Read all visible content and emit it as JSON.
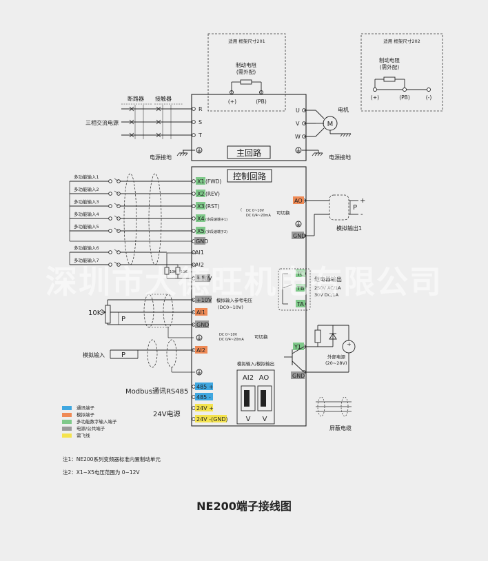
{
  "frame201": {
    "title": "适用 框架尺寸201",
    "resistor": "制动电阻",
    "external": "(需外配)",
    "pins": [
      "(+)",
      "(PB)"
    ]
  },
  "frame202": {
    "title": "适用 框架尺寸202",
    "resistor": "制动电阻",
    "external": "(需外配)",
    "pins": [
      "(+)",
      "(PB)",
      "(-)"
    ]
  },
  "power": {
    "breaker": "断路器",
    "contactor": "接触器",
    "supply": "三相交流电源",
    "ground": "电源接地",
    "inputs": [
      "R",
      "S",
      "T"
    ]
  },
  "motor_side": {
    "outputs": [
      "U",
      "V",
      "W"
    ],
    "motor_label": "电机",
    "motor_symbol": "M",
    "ground": "电源接地"
  },
  "main_circuit": "主回路",
  "control_circuit": "控制回路",
  "digital_inputs": [
    {
      "label": "多功能输入1",
      "terminal": "X1",
      "func": "(FWD)"
    },
    {
      "label": "多功能输入2",
      "terminal": "X2",
      "func": "(REV)"
    },
    {
      "label": "多功能输入3",
      "terminal": "X3",
      "func": "(RST)"
    },
    {
      "label": "多功能输入4",
      "terminal": "X4",
      "func": "(多段速端子1)"
    },
    {
      "label": "多功能输入5",
      "terminal": "X5",
      "func": "(多段速端子2)"
    }
  ],
  "gnd1": "GND",
  "extra_inputs": [
    {
      "label": "多功能输入6",
      "terminal": "AI1"
    },
    {
      "label": "多功能输入7",
      "terminal": "AI2"
    }
  ],
  "resistors": [
    "10K",
    "10K"
  ],
  "v10_1": "+10V",
  "v10_2": "+10V",
  "pot": {
    "value": "10K",
    "symbol": "P"
  },
  "analog_ref": {
    "line1": "模拟输入参考电压",
    "line2": "(DC0~10V)"
  },
  "ai1": "AI1",
  "gnd2": "GND",
  "ai2_switch": {
    "line1": "DC  0~10V",
    "line2": "DC 0/4~20mA",
    "note": "可切换"
  },
  "ai2": "AI2",
  "analog_input_label": "模拟输入",
  "analog_input_symbol": "P",
  "ao": "AO",
  "ao_gnd": "GND",
  "ao_switch": {
    "line1": "DC  0~10V",
    "line2": "DC 0/4~20mA",
    "note": "可切换"
  },
  "ao_label": "模拟输出1",
  "ao_meter": "P",
  "ao_plus": "+",
  "ao_minus": "-",
  "relay": {
    "terminals": [
      "TC",
      "TB",
      "TA"
    ],
    "title": "继电器输出",
    "line1": "250V  AC/1A",
    "line2": "30V   DC/1A"
  },
  "y1": "Y1",
  "y1_gnd": "GND",
  "ext_power": {
    "line1": "外部电源",
    "line2": "(20~28V)"
  },
  "switch_box": {
    "title": "模拟输入/模拟输出",
    "left": "AI2",
    "right": "AO",
    "left_v": "V",
    "right_v": "V"
  },
  "modbus": {
    "label": "Modbus通讯RS485",
    "plus": "485 +",
    "minus": "485 -"
  },
  "power24": {
    "label": "24V电源",
    "plus": "24V +",
    "gnd": "24V -(GND)"
  },
  "shield": "屏蔽电缆",
  "legend": [
    {
      "color": "#3fa7e0",
      "text": "通讯端子"
    },
    {
      "color": "#ef8a55",
      "text": "模拟端子"
    },
    {
      "color": "#7fc98a",
      "text": "多功能数字输入端子"
    },
    {
      "color": "#9a9a9a",
      "text": "电源/公共端子"
    },
    {
      "color": "#f4e34e",
      "text": "需飞线"
    }
  ],
  "notes": [
    "注1：NE200系列变频器标准内置制动单元",
    "注2：X1~X5电压范围为 0~12V"
  ],
  "page_title": "NE200端子接线图",
  "watermark": "深圳市大德旺机电有限公司",
  "colors": {
    "blue": "#3fa7e0",
    "orange": "#ef8a55",
    "green": "#7fc98a",
    "gray": "#9a9a9a",
    "yellow": "#f4e34e"
  }
}
